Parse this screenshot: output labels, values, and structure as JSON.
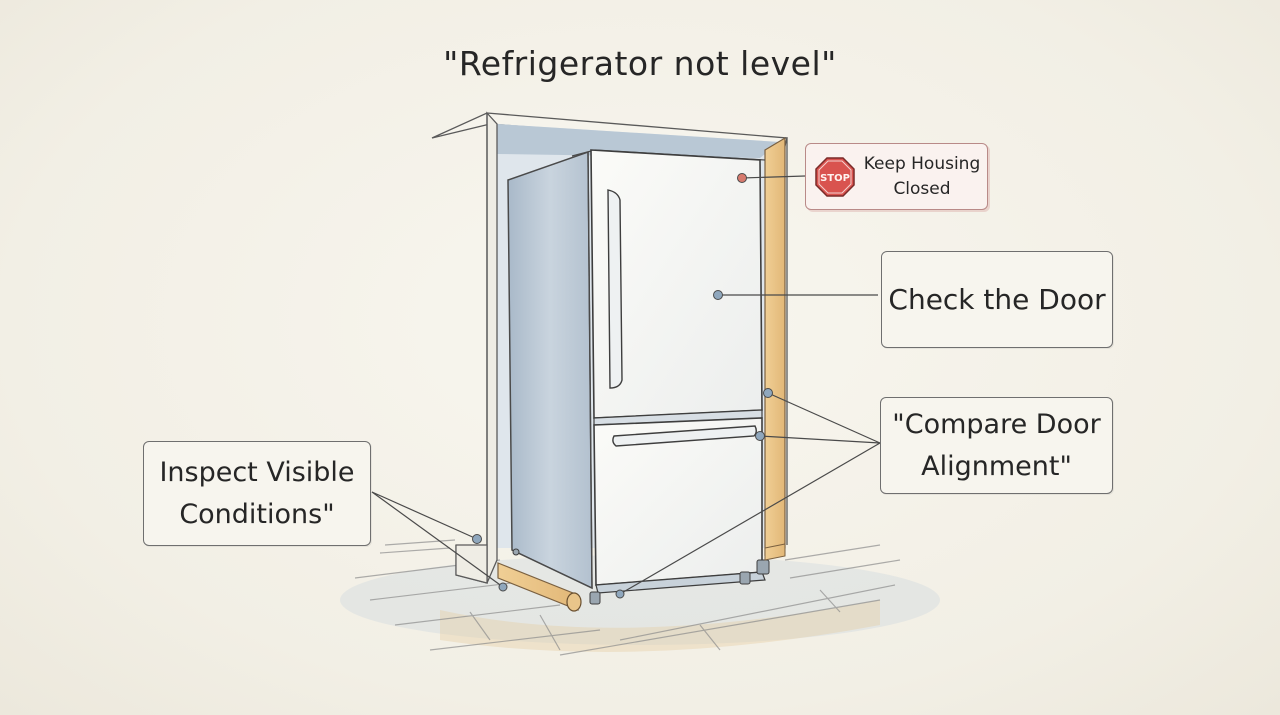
{
  "title": "\"Refrigerator not level\"",
  "callouts": {
    "keep_housing": {
      "sign_text": "STOP",
      "line1": "Keep Housing",
      "line2": "Closed"
    },
    "check_door": {
      "text": "Check the Door"
    },
    "compare_alignment": {
      "line1": "\"Compare Door",
      "line2": "Alignment\""
    },
    "inspect_visible": {
      "line1": "Inspect Visible",
      "line2": "Conditions\""
    }
  },
  "colors": {
    "background": "#f4f1e8",
    "fridge_body": "#f6f6f3",
    "fridge_shadow": "#b9c6d3",
    "wood_trim": "#e8c48a",
    "stop_red": "#d9534f",
    "keep_border": "#b98a88",
    "line": "#4a4a4a"
  },
  "icons": [
    "stop-sign-icon",
    "refrigerator-illustration"
  ]
}
